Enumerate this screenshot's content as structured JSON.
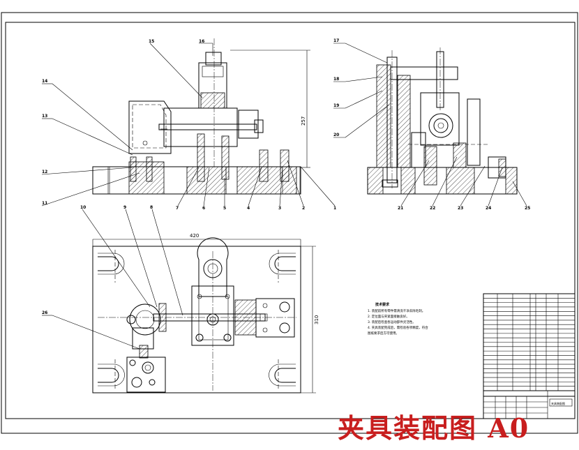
{
  "drawing": {
    "title": "夹具装配图 A0",
    "title_color": "#c81e1e",
    "line_color": "#000000",
    "background": "#ffffff"
  },
  "front_view": {
    "callouts_left": [
      "11",
      "12",
      "13",
      "14"
    ],
    "callouts_bottom": [
      "7",
      "6",
      "5",
      "4",
      "3",
      "2",
      "1"
    ],
    "callouts_top": [
      "15",
      "16"
    ],
    "dimension_height": "257"
  },
  "side_view": {
    "callouts_left": [
      "17",
      "18",
      "19",
      "20"
    ],
    "callouts_bottom": [
      "21",
      "22",
      "23",
      "24",
      "25"
    ]
  },
  "plan_view": {
    "callouts": [
      "10",
      "9",
      "8",
      "26"
    ],
    "dimension_width": "420",
    "dimension_height": "310"
  },
  "tech_notes": {
    "title": "技术要求",
    "lines": [
      "1. 装配前所有零件需清洗干净去除毛刺。",
      "2. 定位面与夹紧面接触良好。",
      "3. 装配后检查各运动部件灵活性。",
      "4. 夹具装配完成后，需检验各项精度，符合",
      "   图纸要求后方可使用。"
    ]
  },
  "title_block": {
    "name": "夹具装配图"
  }
}
